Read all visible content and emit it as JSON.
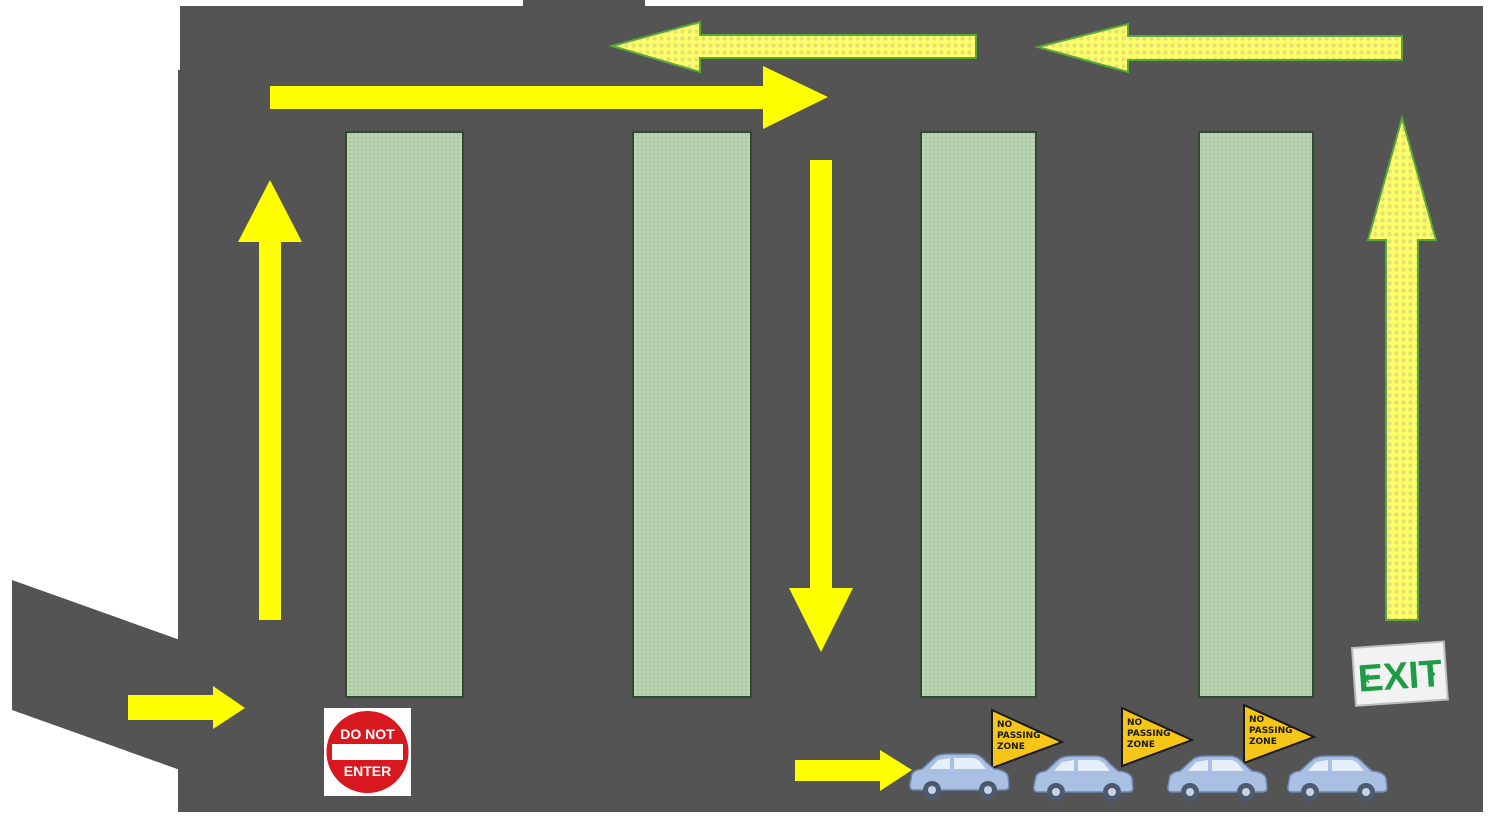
{
  "colors": {
    "pavement": "#545454",
    "arrow_solid": "#ffff00",
    "arrow_dotted_fill": "#f4f57a",
    "arrow_dotted_edge": "#5aa83a",
    "island_fill": "#b7d2b0",
    "island_edge": "#2f4a2f",
    "stop_red": "#d7191f",
    "car_blue": "#a9c0e3",
    "yield_yellow": "#f5c518",
    "exit_green": "#1f9b45"
  },
  "islands": [
    "island-1",
    "island-2",
    "island-3",
    "island-4"
  ],
  "signs": {
    "do_not_enter": {
      "line1": "DO NOT",
      "line2": "ENTER",
      "icon": "do-not-enter-sign"
    },
    "no_passing": [
      {
        "line1": "NO",
        "line2": "PASSING",
        "line3": "ZONE",
        "icon": "no-passing-zone-sign"
      },
      {
        "line1": "NO",
        "line2": "PASSING",
        "line3": "ZONE",
        "icon": "no-passing-zone-sign"
      },
      {
        "line1": "NO",
        "line2": "PASSING",
        "line3": "ZONE",
        "icon": "no-passing-zone-sign"
      }
    ],
    "exit": {
      "label": "EXIT",
      "icon": "exit-sign"
    }
  },
  "cars": [
    "car-icon",
    "car-icon",
    "car-icon",
    "car-icon"
  ],
  "arrows": {
    "solid": [
      "entry-right",
      "up-left-lane",
      "top-right",
      "down-center",
      "queue-right"
    ],
    "dotted": [
      "exit-up",
      "exit-left-1",
      "exit-left-2"
    ]
  }
}
